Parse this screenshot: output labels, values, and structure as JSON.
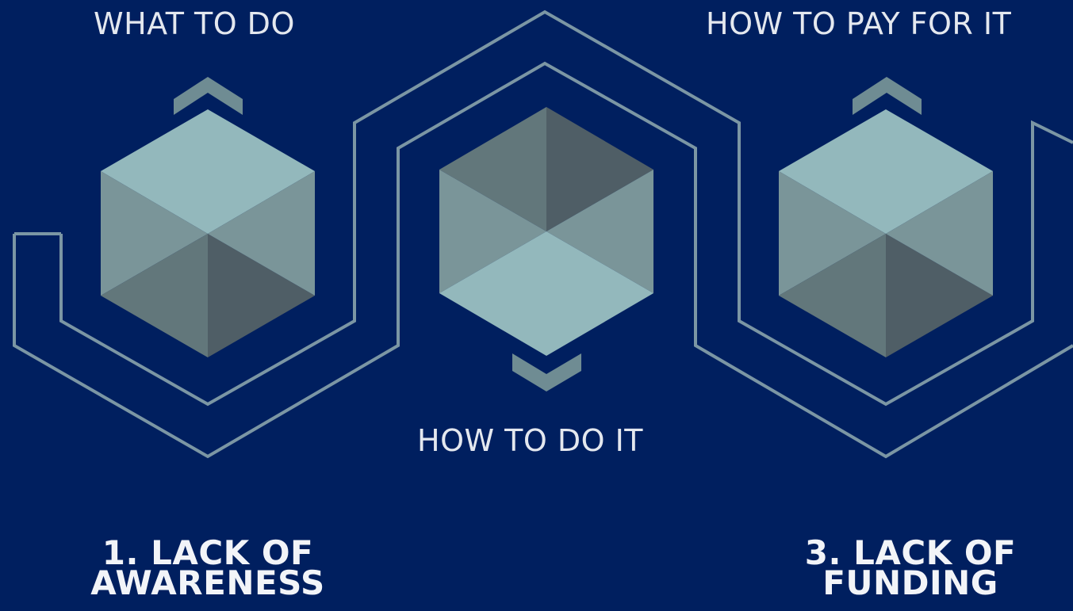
{
  "labels": {
    "what": "WHAT TO DO",
    "how": "HOW TO DO IT",
    "pay": "HOW TO PAY FOR IT"
  },
  "headings": {
    "first": {
      "line1": "1. LACK OF",
      "line2": "AWARENESS"
    },
    "third": {
      "line1": "3. LACK OF",
      "line2": "FUNDING"
    }
  },
  "colors": {
    "background": "#001f5f",
    "line": "#7b96a4",
    "cube_top": "#93b8bc",
    "cube_mid": "#7a9599",
    "cube_dark": "#62777b",
    "cube_darkest": "#4f5e66",
    "chevron": "#6f8c93"
  }
}
